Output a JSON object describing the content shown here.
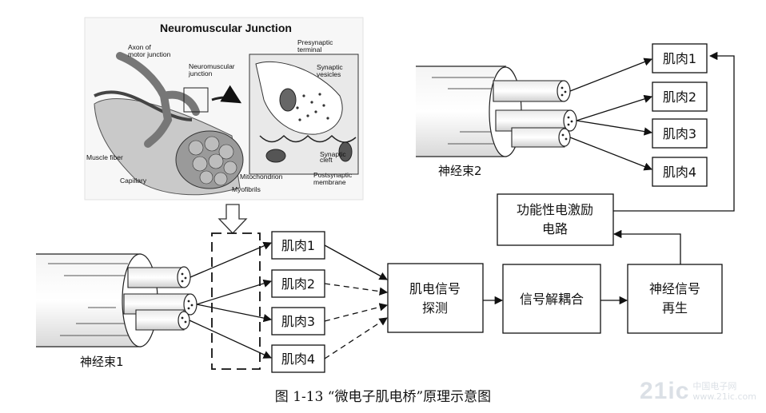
{
  "inset": {
    "title": "Neuromuscular Junction",
    "labels": {
      "axon": [
        "Axon of",
        "motor junction"
      ],
      "nmj": [
        "Neuromuscular",
        "junction"
      ],
      "presynaptic": [
        "Presynaptic",
        "terminal"
      ],
      "vesicles": [
        "Synaptic",
        "vesicles"
      ],
      "muscle_fiber": "Muscle fiber",
      "capillary": "Capillary",
      "myofibrils": "Myofibrils",
      "mitochondrion": "Mitochondrion",
      "postsynaptic": [
        "Postsynaptic",
        "membrane"
      ],
      "synaptic_cleft": [
        "Synaptic",
        "cleft"
      ]
    }
  },
  "bundles": {
    "bundle1": "神经束1",
    "bundle2": "神经束2"
  },
  "left_muscles": [
    "肌肉1",
    "肌肉2",
    "肌肉3",
    "肌肉4"
  ],
  "right_muscles": [
    "肌肉1",
    "肌肉2",
    "肌肉3",
    "肌肉4"
  ],
  "blocks": {
    "detect": [
      "肌电信号",
      "探测"
    ],
    "decouple": "信号解耦合",
    "regen": [
      "神经信号",
      "再生"
    ],
    "fes": [
      "功能性电激励",
      "电路"
    ]
  },
  "caption": "图 1-13 “微电子肌电桥”原理示意图",
  "watermark": {
    "main": "21ic",
    "side": [
      "中国电子网",
      "www.21ic.com"
    ]
  }
}
